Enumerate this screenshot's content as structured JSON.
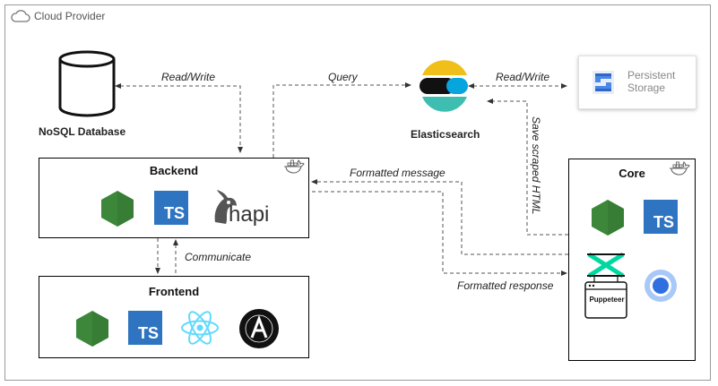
{
  "frame": {
    "title": "Cloud Provider"
  },
  "nodes": {
    "nosql": {
      "label": "NoSQL Database"
    },
    "elasticsearch": {
      "label": "Elasticsearch"
    },
    "storage": {
      "line1": "Persistent",
      "line2": "Storage"
    },
    "backend": {
      "title": "Backend",
      "hapi_text": "hapi"
    },
    "frontend": {
      "title": "Frontend"
    },
    "core": {
      "title": "Core",
      "puppeteer_text": "Puppeteer"
    }
  },
  "edges": {
    "db_backend": "Read/Write",
    "query": "Query",
    "es_storage": "Read/Write",
    "save_html": "Save scraped HTML",
    "formatted_message": "Formatted message",
    "formatted_response": "Formatted response",
    "communicate": "Communicate"
  },
  "badges": {
    "ts": "TS"
  },
  "colors": {
    "node_green": "#3c873a",
    "ts_blue": "#2f74c0",
    "react_cyan": "#61dafb",
    "es_yellow": "#f0bf1a",
    "es_teal": "#3ebeb0",
    "es_blue": "#07a5de",
    "puppeteer_green": "#00d8a2",
    "docker_gray": "#666666"
  }
}
